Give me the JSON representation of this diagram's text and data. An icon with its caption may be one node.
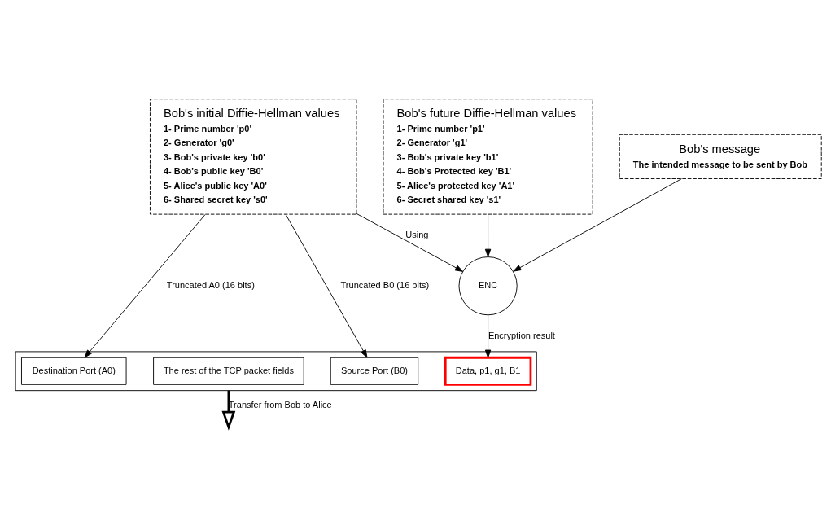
{
  "diagram": {
    "nodes": [
      {
        "text": [
          "Bob's initial Diffie-Hellman values",
          "1- Prime number 'p0'",
          "2- Generator 'g0'",
          "3- Bob's private key 'b0'",
          "4- Bob's public key 'B0'",
          "5- Alice's public key 'A0'",
          "6- Shared secret key 's0'"
        ]
      },
      {
        "text": [
          "Bob's future Diffie-Hellman values",
          "1- Prime number 'p1'",
          "2- Generator 'g1'",
          "3- Bob's private key 'b1'",
          "4- Bob's Protected key 'B1'",
          "5- Alice's protected key 'A1'",
          "6- Secret shared key 's1'"
        ]
      },
      {
        "text": [
          "Bob's message",
          "The intended message to be sent by Bob"
        ]
      },
      {
        "text": [
          "ENC"
        ]
      },
      {
        "text": [],
        "shape": "box"
      },
      {
        "text": [
          "Source Port (B0)"
        ],
        "in": 4
      },
      {
        "text": [
          "Destination Port (A0)"
        ],
        "in": 4
      },
      {
        "text": [
          "The rest of the TCP packet fields"
        ],
        "in": 4
      },
      {
        "text": [
          "Data, p1, g1, B1"
        ],
        "in": 4
      }
    ],
    "edges": [
      {
        "from": 0,
        "to": 5,
        "arrow": "to",
        "label": "Truncated B0 (16 bits)"
      },
      {
        "from": 0,
        "to": 6,
        "arrow": "to",
        "label": "Truncated A0 (16 bits)"
      },
      {
        "from": 0,
        "to": 3,
        "arrow": "to",
        "label": "Using"
      },
      {
        "from": 1,
        "to": 3,
        "arrow": "to"
      },
      {
        "from": 2,
        "to": 3,
        "arrow": "to"
      },
      {
        "from": 3,
        "to": 8,
        "arrow": "to",
        "label": "Encryption result"
      },
      {
        "from": 4,
        "to": null,
        "arrow": "to",
        "label": "Transfer from Bob to Alice",
        "style": "thick"
      }
    ]
  }
}
